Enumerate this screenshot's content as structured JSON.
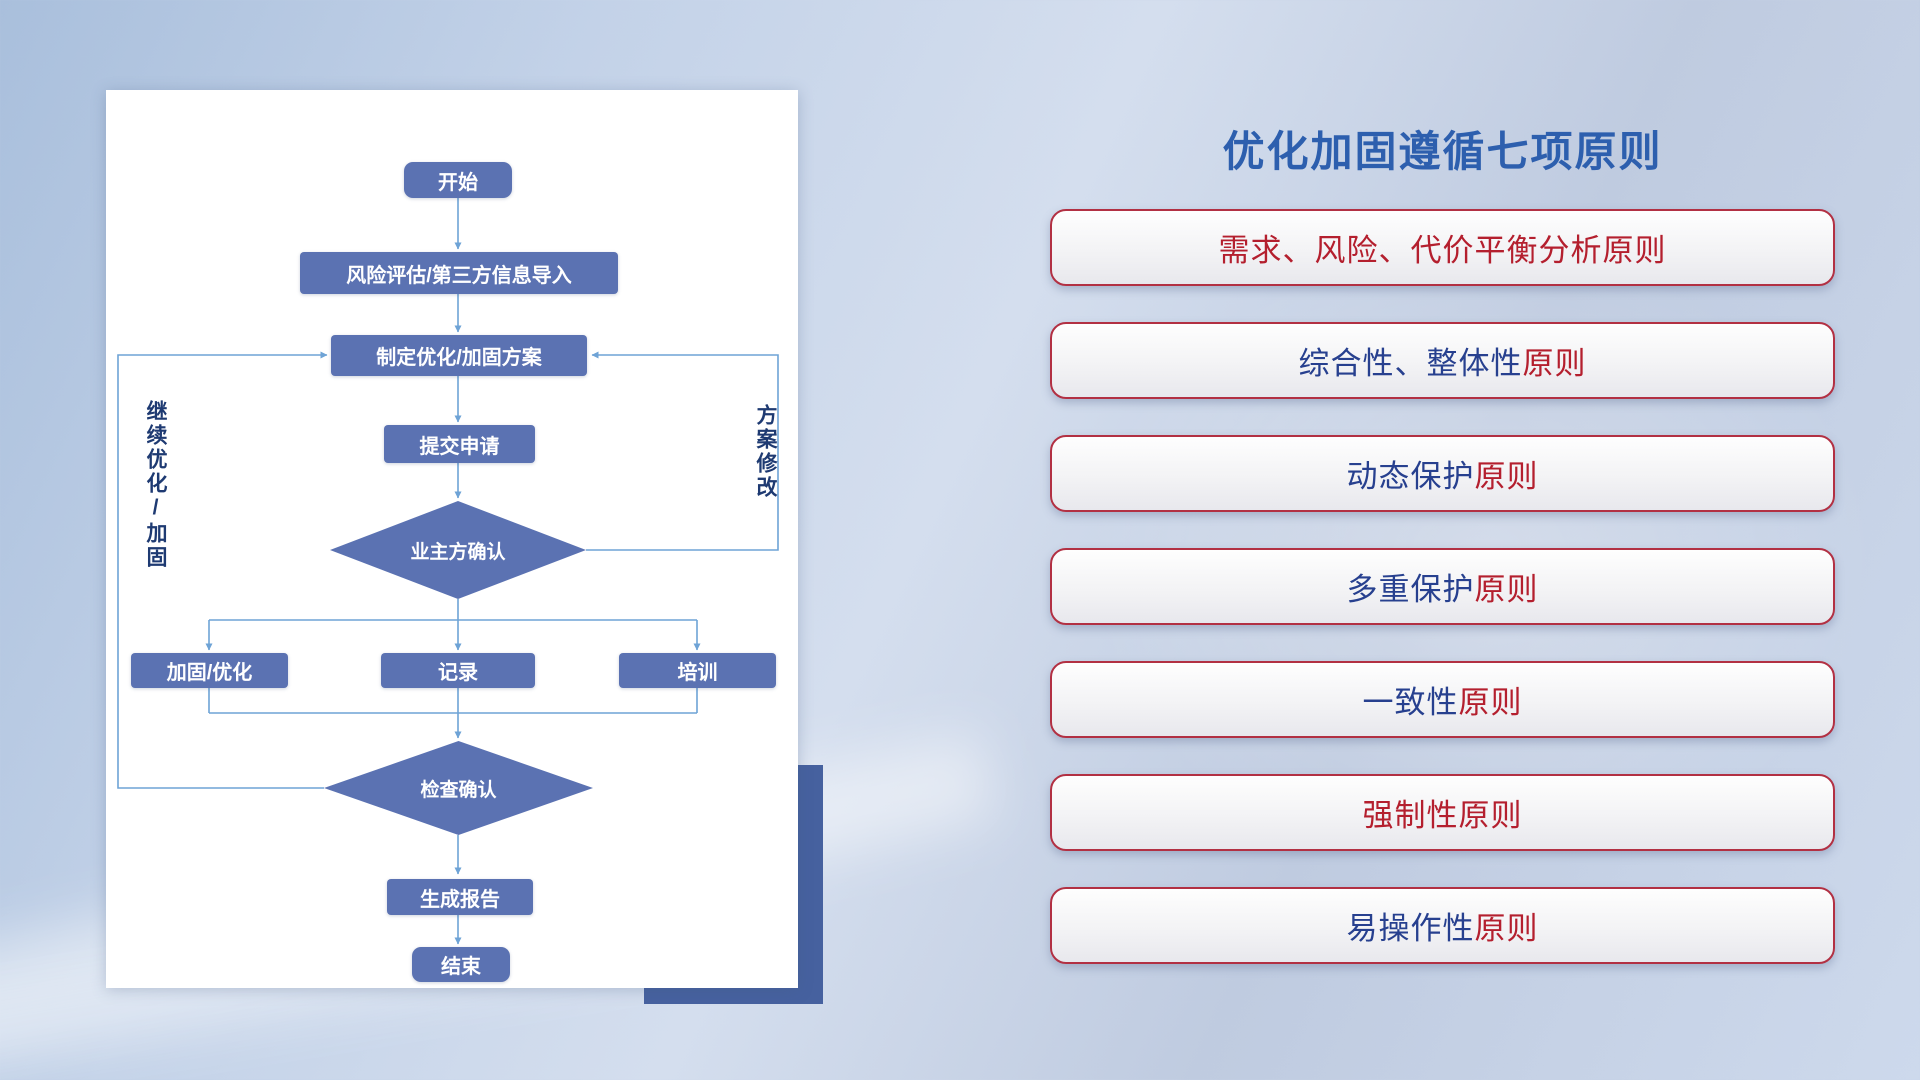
{
  "page": {
    "title": "优化加固遵循七项原则"
  },
  "flowchart": {
    "nodes": {
      "start": "开始",
      "risk_import": "风险评估/第三方信息导入",
      "make_plan": "制定优化/加固方案",
      "submit": "提交申请",
      "owner_confirm": "业主方确认",
      "harden": "加固/优化",
      "record": "记录",
      "train": "培训",
      "check_confirm": "检查确认",
      "report": "生成报告",
      "end": "结束"
    },
    "edge_labels": {
      "continue_optimize": "继续优化/加固",
      "plan_modify": "方案修改"
    }
  },
  "principles": [
    {
      "segments": [
        {
          "text": "需求、风险、代价平衡分析原则",
          "tone": "red"
        }
      ]
    },
    {
      "segments": [
        {
          "text": "综合性、整体性",
          "tone": "blue"
        },
        {
          "text": "原则",
          "tone": "red"
        }
      ]
    },
    {
      "segments": [
        {
          "text": "动态保护",
          "tone": "blue"
        },
        {
          "text": "原则",
          "tone": "red"
        }
      ]
    },
    {
      "segments": [
        {
          "text": "多重保护",
          "tone": "blue"
        },
        {
          "text": "原则",
          "tone": "red"
        }
      ]
    },
    {
      "segments": [
        {
          "text": "一致性",
          "tone": "blue"
        },
        {
          "text": "原则",
          "tone": "red"
        }
      ]
    },
    {
      "segments": [
        {
          "text": "强制性原则",
          "tone": "red"
        }
      ]
    },
    {
      "segments": [
        {
          "text": "易操作性",
          "tone": "blue"
        },
        {
          "text": "原则",
          "tone": "red"
        }
      ]
    }
  ],
  "colors": {
    "title_blue": "#2d5fae",
    "principle_red": "#b41f2e",
    "principle_blue": "#27408f",
    "principle_border": "#b23043",
    "node_fill": "#5b72b2",
    "node_text": "#ffffff",
    "connector": "#6ea3d6",
    "side_label": "#1e3a72",
    "card_back_rect": "#46619f"
  }
}
